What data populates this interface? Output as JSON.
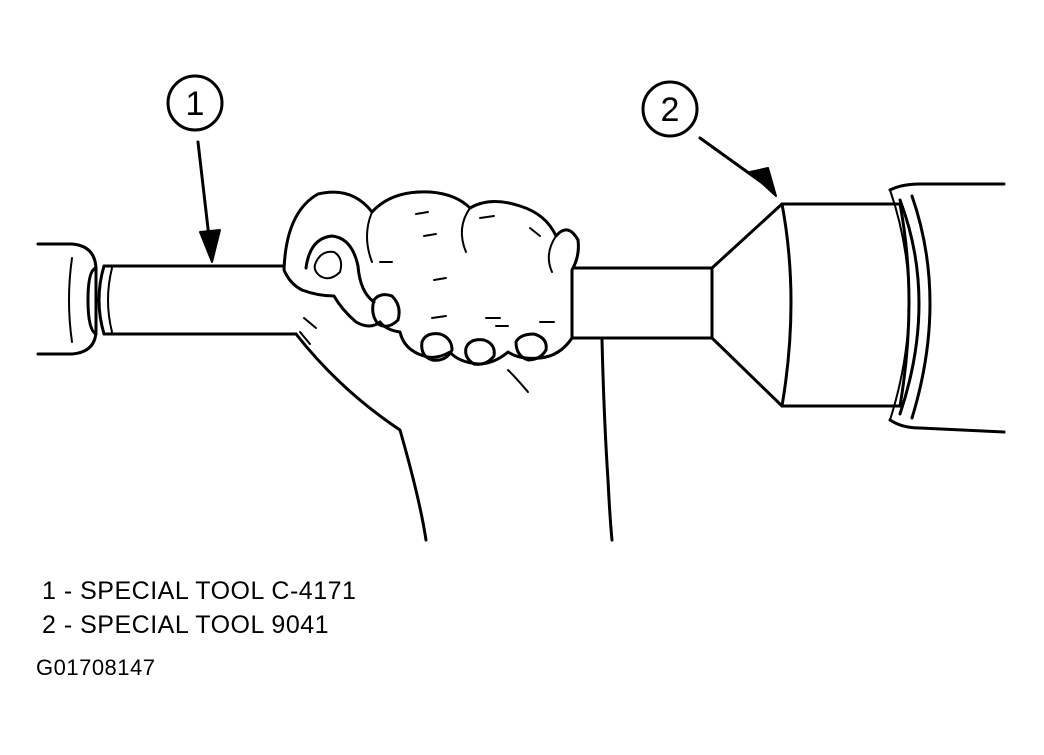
{
  "callouts": [
    {
      "number": "1"
    },
    {
      "number": "2"
    }
  ],
  "legend": [
    {
      "text": "1 - SPECIAL TOOL C-4171"
    },
    {
      "text": "2 - SPECIAL TOOL 9041"
    }
  ],
  "figure_code": "G01708147"
}
